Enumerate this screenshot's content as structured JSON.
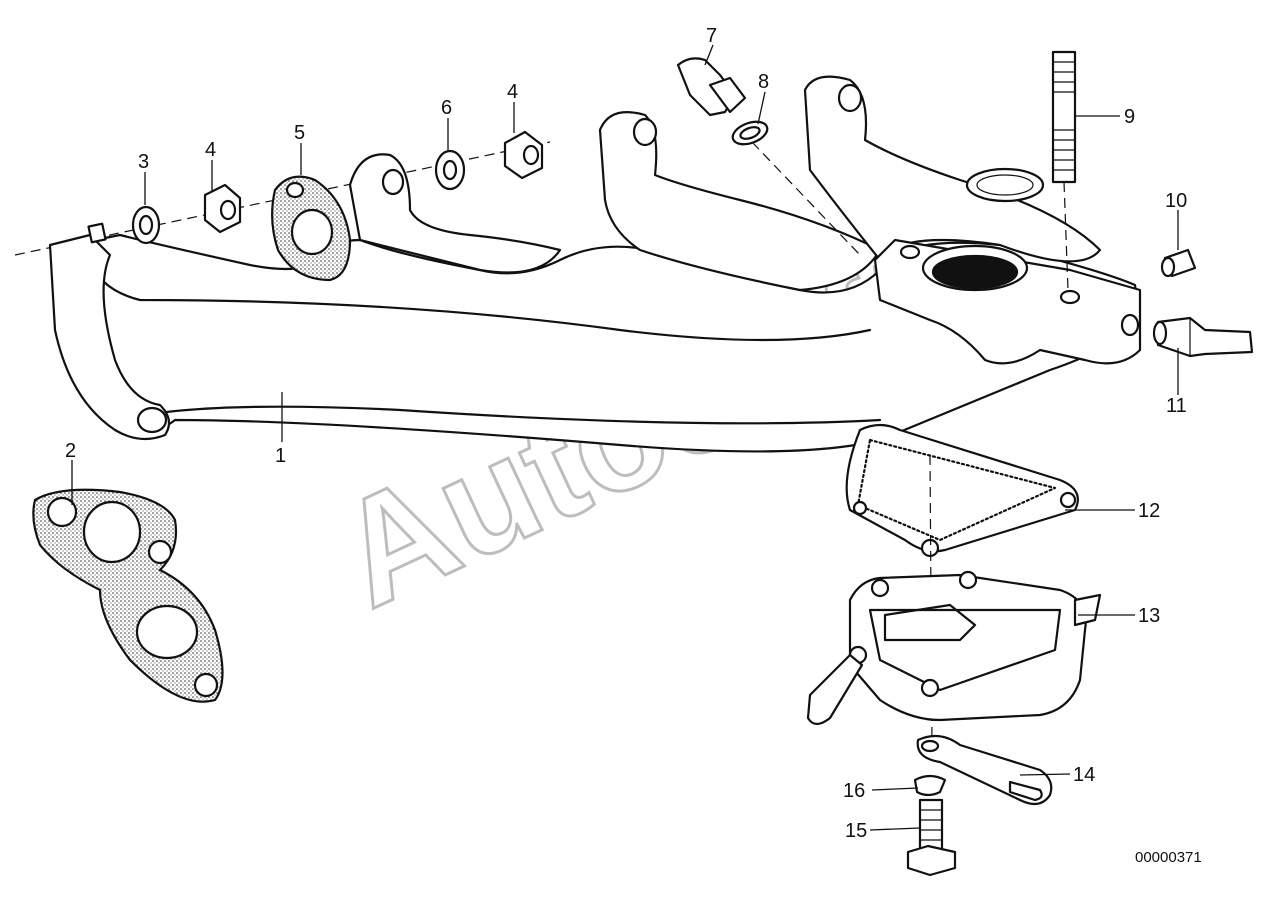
{
  "diagram": {
    "watermark": "AutoSoft",
    "document_number": "00000371",
    "callouts": [
      {
        "id": "c1",
        "label": "1"
      },
      {
        "id": "c2",
        "label": "2"
      },
      {
        "id": "c3",
        "label": "3"
      },
      {
        "id": "c4a",
        "label": "4"
      },
      {
        "id": "c5",
        "label": "5"
      },
      {
        "id": "c6",
        "label": "6"
      },
      {
        "id": "c4b",
        "label": "4"
      },
      {
        "id": "c7",
        "label": "7"
      },
      {
        "id": "c8",
        "label": "8"
      },
      {
        "id": "c9",
        "label": "9"
      },
      {
        "id": "c10",
        "label": "10"
      },
      {
        "id": "c11",
        "label": "11"
      },
      {
        "id": "c12",
        "label": "12"
      },
      {
        "id": "c13",
        "label": "13"
      },
      {
        "id": "c14",
        "label": "14"
      },
      {
        "id": "c15",
        "label": "15"
      },
      {
        "id": "c16",
        "label": "16"
      }
    ]
  }
}
